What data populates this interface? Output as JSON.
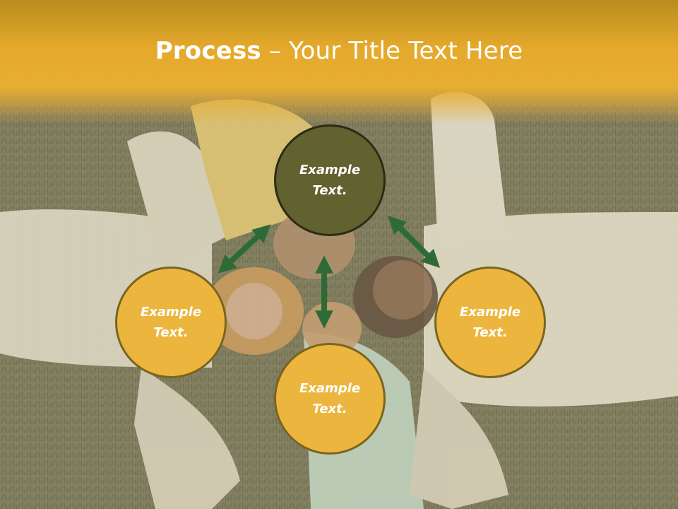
{
  "title": {
    "bold": "Process",
    "rest": " – Your Title Text Here"
  },
  "nodes": {
    "top": "Example\nText.",
    "left": "Example\nText.",
    "right": "Example\nText.",
    "bottom": "Example\nText."
  },
  "colors": {
    "title_band": "#e8ae33",
    "node_gold": "#ecb63e",
    "node_dark": "#626130",
    "arrow": "#2e6a36"
  }
}
